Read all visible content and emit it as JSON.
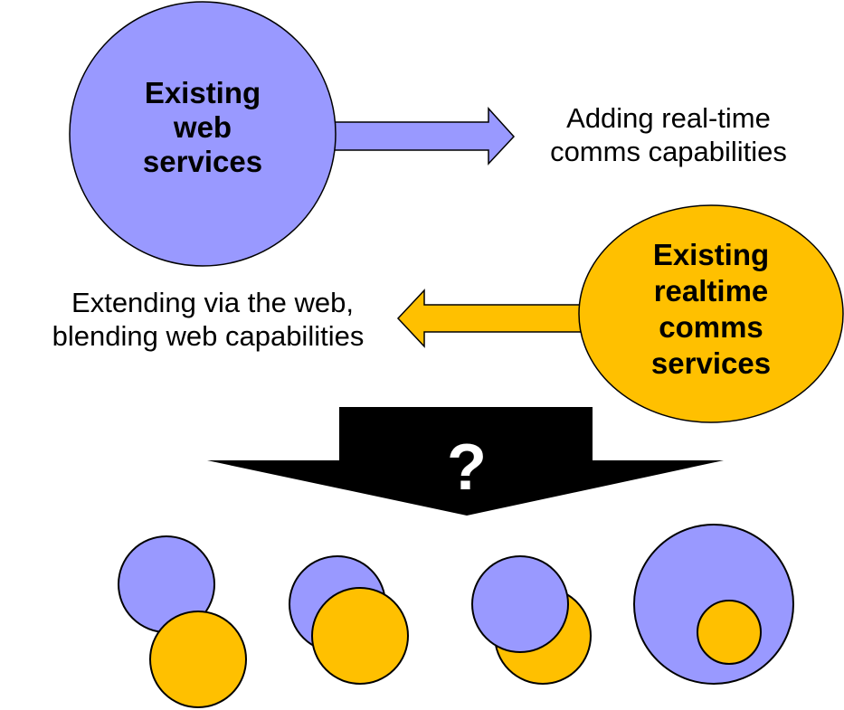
{
  "colors": {
    "web": "#9999ff",
    "realtime": "#ffc000",
    "arrow_black": "#000000",
    "outline": "#000000",
    "background": "#ffffff"
  },
  "web_circle": {
    "label_lines": [
      "Existing",
      "web",
      "services"
    ]
  },
  "realtime_circle": {
    "label_lines": [
      "Existing",
      "realtime",
      "comms",
      "services"
    ]
  },
  "right_arrow_caption": {
    "lines": [
      "Adding real-time",
      "comms capabilities"
    ]
  },
  "left_arrow_caption": {
    "lines": [
      "Extending via the web,",
      "blending web capabilities"
    ]
  },
  "down_arrow": {
    "label": "?"
  },
  "outcomes": [
    {
      "name": "separate-touching",
      "description": "web and realtime touching"
    },
    {
      "name": "realtime-overlaps-web",
      "description": "realtime on top of web"
    },
    {
      "name": "web-overlaps-realtime",
      "description": "web on top of realtime"
    },
    {
      "name": "realtime-inside-web",
      "description": "realtime contained in web"
    }
  ]
}
